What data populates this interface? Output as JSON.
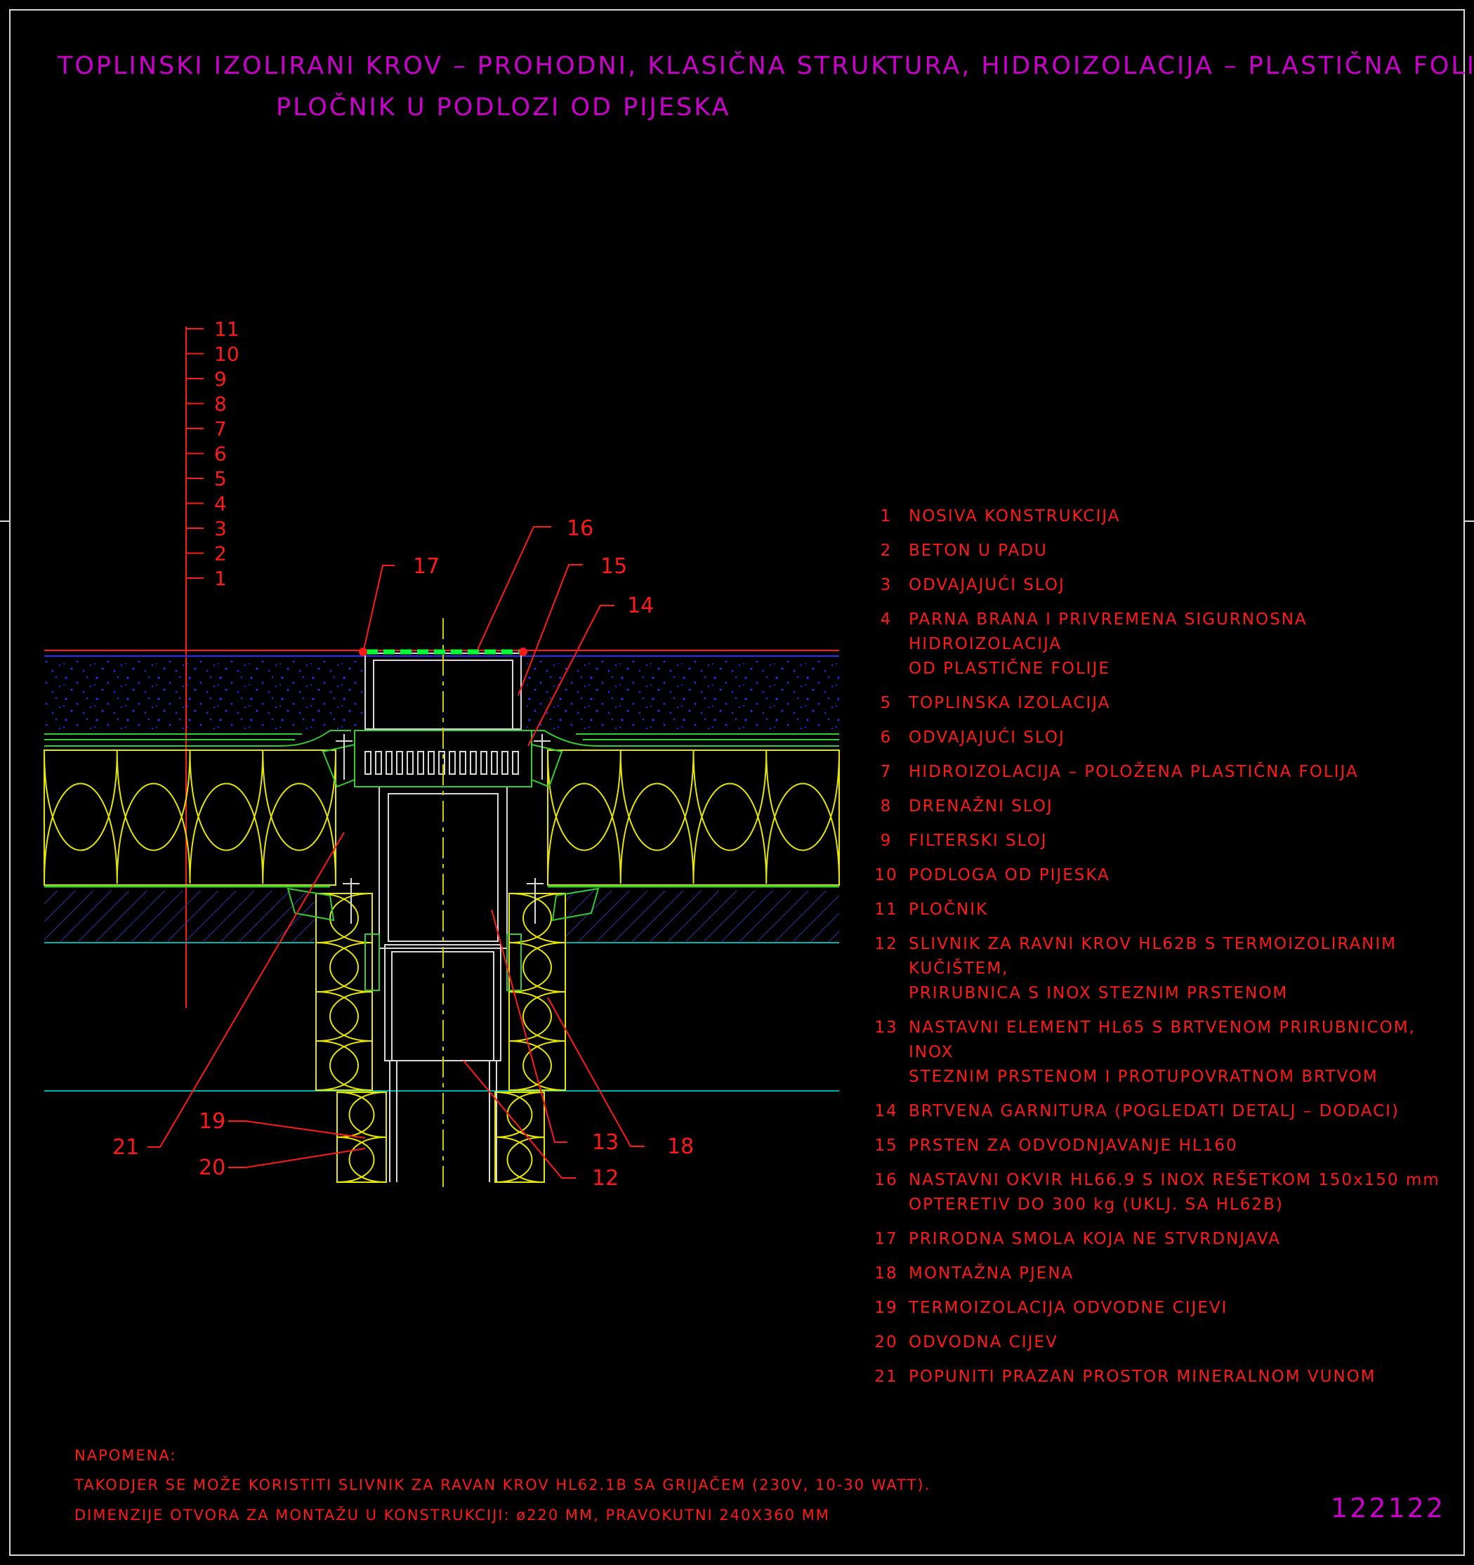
{
  "title": {
    "line1": "TOPLINSKI IZOLIRANI KROV – PROHODNI, KLASIČNA STRUKTURA, HIDROIZOLACIJA – PLASTIČNA FOLIJA",
    "line2": "PLOČNIK U PODLOZI OD PIJESKA"
  },
  "layer_scale": [
    "11",
    "10",
    "9",
    "8",
    "7",
    "6",
    "5",
    "4",
    "3",
    "2",
    "1"
  ],
  "callouts": [
    "16",
    "17",
    "15",
    "14",
    "21",
    "19",
    "20",
    "13",
    "12",
    "18"
  ],
  "legend": [
    {
      "num": "1",
      "text": "NOSIVA KONSTRUKCIJA"
    },
    {
      "num": "2",
      "text": "BETON U PADU"
    },
    {
      "num": "3",
      "text": "ODVAJAJUĆI SLOJ"
    },
    {
      "num": "4",
      "text": "PARNA BRANA I PRIVREMENA SIGURNOSNA HIDROIZOLACIJA\nOD PLASTIČNE FOLIJE"
    },
    {
      "num": "5",
      "text": "TOPLINSKA IZOLACIJA"
    },
    {
      "num": "6",
      "text": "ODVAJAJUĆI SLOJ"
    },
    {
      "num": "7",
      "text": "HIDROIZOLACIJA – POLOŽENA PLASTIČNA FOLIJA"
    },
    {
      "num": "8",
      "text": "DRENAŽNI SLOJ"
    },
    {
      "num": "9",
      "text": "FILTERSKI SLOJ"
    },
    {
      "num": "10",
      "text": "PODLOGA OD PIJESKA"
    },
    {
      "num": "11",
      "text": "PLOČNIK"
    },
    {
      "num": "12",
      "text": "SLIVNIK ZA RAVNI KROV HL62B S TERMOIZOLIRANIM KUČIŠTEM,\nPRIRUBNICA S INOX STEZNIM PRSTENOM"
    },
    {
      "num": "13",
      "text": "NASTAVNI ELEMENT HL65 S BRTVENOM PRIRUBNICOM, INOX\nSTEZNIM PRSTENOM I PROTUPOVRATNOM BRTVOM"
    },
    {
      "num": "14",
      "text": "BRTVENA GARNITURA (POGLEDATI DETALJ – DODACI)"
    },
    {
      "num": "15",
      "text": "PRSTEN ZA ODVODNJAVANJE HL160"
    },
    {
      "num": "16",
      "text": "NASTAVNI OKVIR HL66.9 S INOX REŠETKOM 150x150 mm\nOPTERETIV DO 300 kg (UKLJ. SA HL62B)"
    },
    {
      "num": "17",
      "text": "PRIRODNA SMOLA KOJA NE STVRDNJAVA"
    },
    {
      "num": "18",
      "text": "MONTAŽNA PJENA"
    },
    {
      "num": "19",
      "text": "TERMOIZOLACIJA ODVODNE CIJEVI"
    },
    {
      "num": "20",
      "text": "ODVODNA CIJEV"
    },
    {
      "num": "21",
      "text": "POPUNITI PRAZAN PROSTOR MINERALNOM VUNOM"
    }
  ],
  "note": {
    "heading": "NAPOMENA:",
    "line1": "TAKODJER SE MOŽE KORISTITI SLIVNIK ZA RAVAN KROV HL62.1B SA GRIJAČEM (230V, 10-30 WATT).",
    "line2": "DIMENZIJE OTVORA ZA MONTAŽU U KONSTRUKCIJI: ø220 MM, PRAVOKUTNI 240X360 MM"
  },
  "drawing_code": "122122",
  "colors": {
    "background": "#000000",
    "title": "#cc00cc",
    "text_red": "#ff1a1a",
    "insulation": "#e6e600",
    "section_green": "#33cc33",
    "grate_green": "#00ff33",
    "gravel_blue": "#2b2bff",
    "waterline_cyan": "#00b3b3",
    "hatch_blue": "#3333aa",
    "frame": "#d9d9d9"
  }
}
